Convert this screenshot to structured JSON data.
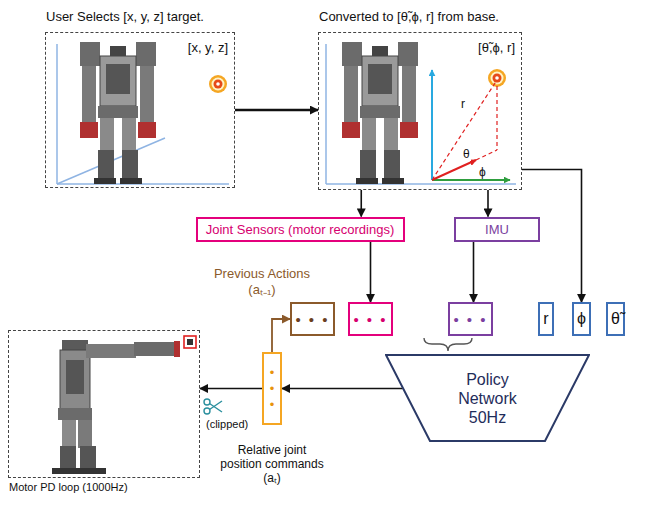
{
  "diagram": {
    "nodes": [
      {
        "text": [
          "User Selects [x, y, z] target.",
          "[x, y, z]"
        ]
      },
      {
        "text": [
          "Converted to [θ̃,ϕ, r] from base.",
          "[θ̃,ϕ, r]"
        ]
      },
      {
        "text": [
          "Joint Sensors (motor recordings)"
        ]
      },
      {
        "text": [
          "IMU"
        ]
      },
      {
        "text": [
          "• • •"
        ]
      },
      {
        "text": [
          "• • •"
        ]
      },
      {
        "text": [
          "• • •"
        ]
      },
      {
        "text": [
          "r"
        ]
      },
      {
        "text": [
          "ϕ"
        ]
      },
      {
        "text": [
          "θ̃"
        ]
      },
      {
        "text": [
          "Policy Network 50Hz"
        ]
      },
      {
        "text": [
          "• • •",
          "Relative joint position commands (aₜ)"
        ]
      },
      {
        "text": [
          "Motor PD loop (1000Hz)"
        ]
      }
    ],
    "edges": [
      {
        "from": 0,
        "to": 1,
        "arrow": "to"
      },
      {
        "from": 1,
        "to": 2,
        "arrow": "to"
      },
      {
        "from": 1,
        "to": 3,
        "arrow": "to"
      },
      {
        "from": 1,
        "to": 8,
        "arrow": "to"
      },
      {
        "from": 2,
        "to": 5,
        "arrow": "to"
      },
      {
        "from": 3,
        "to": 6,
        "arrow": "to"
      },
      {
        "from": 10,
        "to": 11,
        "arrow": "to"
      },
      {
        "from": 11,
        "to": 12,
        "arrow": "to"
      },
      {
        "from": 11,
        "to": 4,
        "label": "Previous Actions (aₜ₋₁)",
        "arrow": "to"
      }
    ],
    "labels": [
      "r",
      "θ",
      "ϕ",
      "(clipped)"
    ]
  }
}
